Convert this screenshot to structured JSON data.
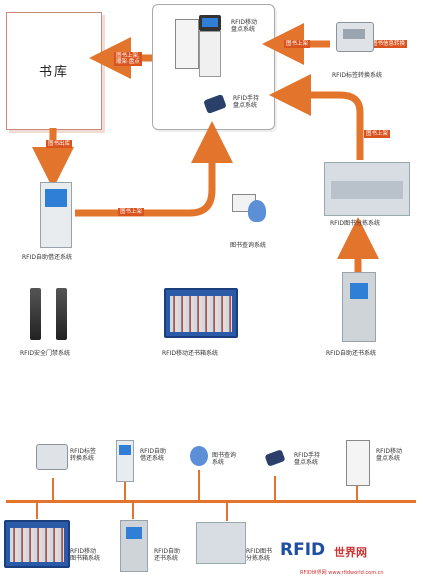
{
  "labels": {
    "library": "书库",
    "mobile_inventory": "RFID移动\n盘点系统",
    "handheld_inventory": "RFID手持\n盘点系统",
    "tag_conversion": "RFID标签转换系统",
    "self_borrow": "RFID自助借还系统",
    "book_query": "图书查询系统",
    "sorting": "RFID图书分拣系统",
    "security_gate": "RFID安全门禁系统",
    "mobile_shelf": "RFID移动还书箱系统",
    "self_return": "RFID自助还书系统"
  },
  "arrow_tags": {
    "shelve_inventory": "图书上架,\n顺架·盘点",
    "shelve": "图书上架",
    "tag_conversion": "图书信息转换",
    "shelve_right": "图书上架",
    "book_out": "图书出库",
    "shelve_bottom": "图书上架"
  },
  "bottom_labels": {
    "conversion": "RFID标签\n转换系统",
    "self_borrow": "RFID自助\n借还系统",
    "query": "图书查询\n系统",
    "handheld": "RFID手持\n盘点系统",
    "mobile": "RFID移动\n盘点系统",
    "mobile_return": "RFID移动\n图书箱系统",
    "self_return": "RFID自助\n还书系统",
    "sorting": "RFID图书\n分拣系统"
  },
  "watermark": "RFID世界网 www.rfidworld.com.cn",
  "colors": {
    "arrow": "#e3742b",
    "tag_bg": "#d9531e",
    "screen": "#2f7fd6"
  }
}
